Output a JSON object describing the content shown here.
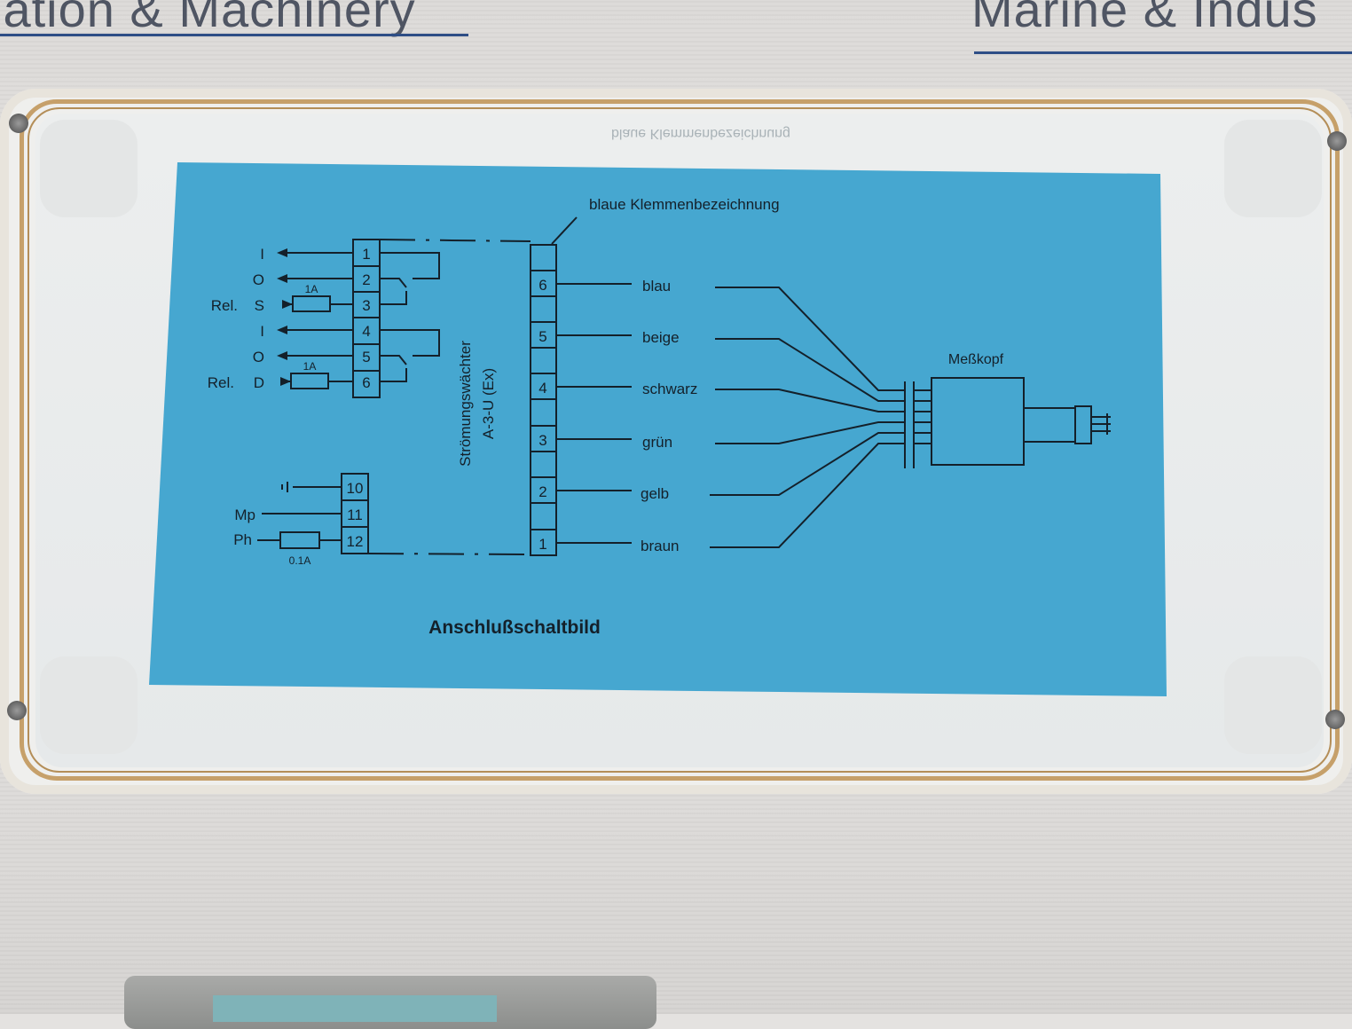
{
  "background": {
    "left_banner": "lation & Machinery",
    "right_banner": "Marine & Indus"
  },
  "diagram": {
    "top_label": "blaue Klemmenbezeichnung",
    "mirrored_label": "blaue Klemmenbezeichnung",
    "device_name_line1": "Strömungswächter",
    "device_name_line2": "A-3-U (Ex)",
    "title": "Anschlußschaltbild",
    "head_label": "Meßkopf",
    "left_terminals": [
      {
        "num": "1",
        "label": "I"
      },
      {
        "num": "2",
        "label": "O"
      },
      {
        "num": "3",
        "label": "S",
        "group": "Rel.",
        "fuse": "1A"
      },
      {
        "num": "4",
        "label": "I"
      },
      {
        "num": "5",
        "label": "O"
      },
      {
        "num": "6",
        "label": "D",
        "group": "Rel.",
        "fuse": "1A"
      }
    ],
    "power_terminals": [
      {
        "num": "10",
        "label": ""
      },
      {
        "num": "11",
        "label": "Mp"
      },
      {
        "num": "12",
        "label": "Ph",
        "fuse": "0.1A"
      }
    ],
    "blue_terminals": [
      "6",
      "5",
      "4",
      "3",
      "2",
      "1"
    ],
    "wires": [
      "blau",
      "beige",
      "schwarz",
      "grün",
      "gelb",
      "braun"
    ]
  },
  "colors": {
    "sheet": "#45a6cf",
    "ink": "#14202a",
    "gasket": "#c6a06a"
  }
}
